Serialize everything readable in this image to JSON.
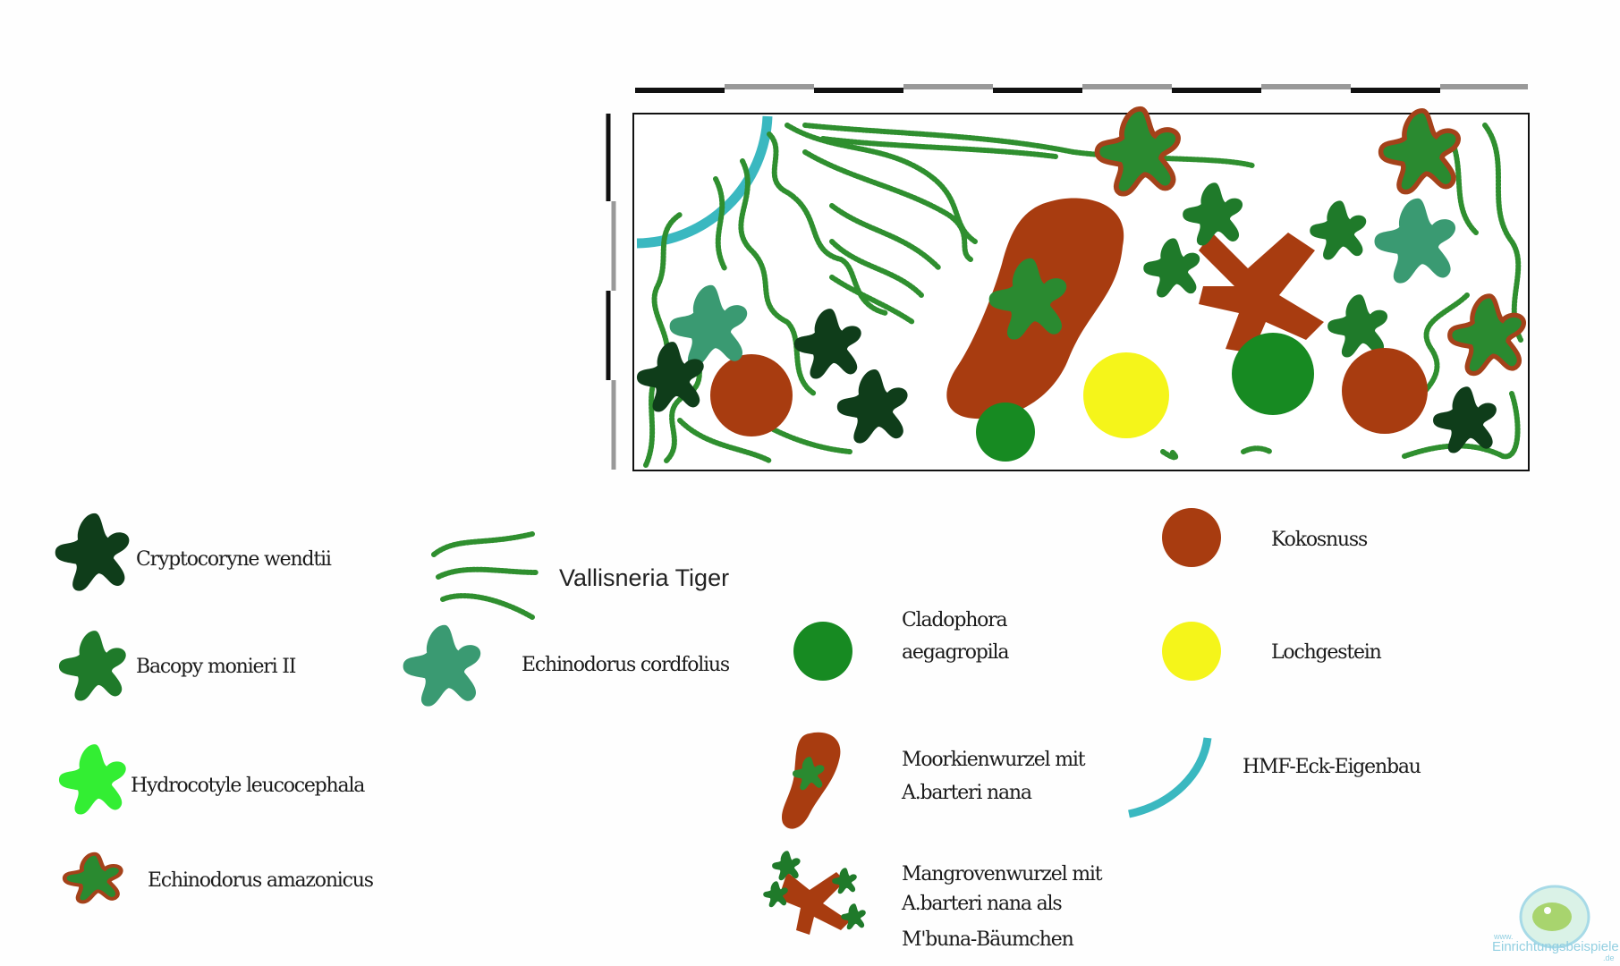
{
  "colors": {
    "cryptocoryne": "#0f3d1a",
    "bacopa": "#1f7a2a",
    "hydrocotyle": "#33ee33",
    "echinodorus_amazonicus_fill": "#2a8a30",
    "echinodorus_amazonicus_edge": "#a4421a",
    "echinodorus_cordfolius": "#3a9a72",
    "vallisneria": "#2f8f2f",
    "kokosnuss": "#a83c10",
    "cladophora": "#178a22",
    "lochgestein": "#f5f51a",
    "hmf": "#3ab8c0"
  },
  "legend": {
    "cryptocoryne": "Cryptocoryne wendtii",
    "bacopa": "Bacopy monieri II",
    "hydrocotyle": "Hydrocotyle leucocephala",
    "amazonicus": "Echinodorus amazonicus",
    "vallisneria": "Vallisneria Tiger",
    "cordfolius": "Echinodorus cordfolius",
    "cladophora": [
      "Cladophora",
      "aegagropila"
    ],
    "moorkien": [
      "Moorkienwurzel mit",
      "A.barteri nana"
    ],
    "mangrove": [
      "Mangrovenwurzel mit",
      "A.barteri nana als",
      "M'buna-Bäumchen"
    ],
    "kokosnuss": "Kokosnuss",
    "lochgestein": "Lochgestein",
    "hmf": "HMF-Eck-Eigenbau"
  },
  "watermark": {
    "prefix": "www.",
    "name": "Einrichtungsbeispiele",
    "suffix": ".de"
  }
}
